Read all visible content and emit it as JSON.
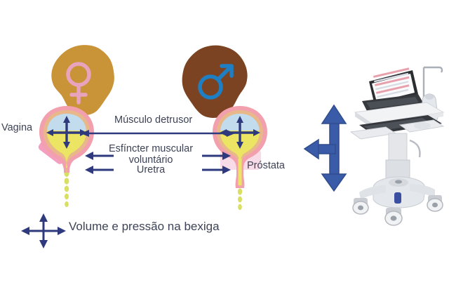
{
  "diagram": {
    "title_none": "",
    "labels": {
      "vagina": "Vagina",
      "prostata": "Próstata",
      "detrusor": "Músculo detrusor",
      "esfincter": "Esfíncter muscular voluntário",
      "esfincter_line1": "Esfíncter muscular",
      "esfincter_line2": "voluntário",
      "uretra": "Uretra",
      "volume": "Volume e pressão na bexiga"
    },
    "figures": {
      "female": {
        "name": "female-head-silhouette",
        "symbol": "venus-symbol",
        "symbol_glyph": "♀",
        "head_color": "#c99338",
        "symbol_color": "#e8a3bd",
        "facing": "right"
      },
      "male": {
        "name": "male-head-silhouette",
        "symbol": "mars-symbol",
        "symbol_glyph": "♂",
        "head_color": "#7b4321",
        "symbol_color": "#1f7fc4",
        "facing": "left"
      }
    },
    "bladder": {
      "outer_wall_color": "#f2a0ae",
      "inner_wall_color": "#e8b88a",
      "urine_color": "#ece563",
      "air_color": "#c3dced",
      "vagina_block_color": "#f49ec0",
      "prostate_block_color": "#f7dbe6",
      "stream_color": "#d8df63"
    },
    "arrows": {
      "navy": "#2e3a7d",
      "cart_blue": "#3a5ca8"
    }
  },
  "cart": {
    "name": "medical-workstation-cart",
    "parts": {
      "laptop": "laptop-computer",
      "screen_content": "patient-record-screen",
      "worksurface": "work-surface",
      "keyboard_tray": "keyboard-tray",
      "mouse_tray": "mouse-tray",
      "column": "lift-column",
      "base": "wheeled-base",
      "casters": "caster-wheels",
      "iv_pole": "iv-pole-hook",
      "probe": "ultrasound-probe-holder"
    },
    "colors": {
      "body": "#e9ebee",
      "body_shade": "#c9ccd2",
      "dark": "#3a3d42",
      "screen": "#fdfdfd",
      "screen_accent": "#e8a0ad"
    }
  }
}
